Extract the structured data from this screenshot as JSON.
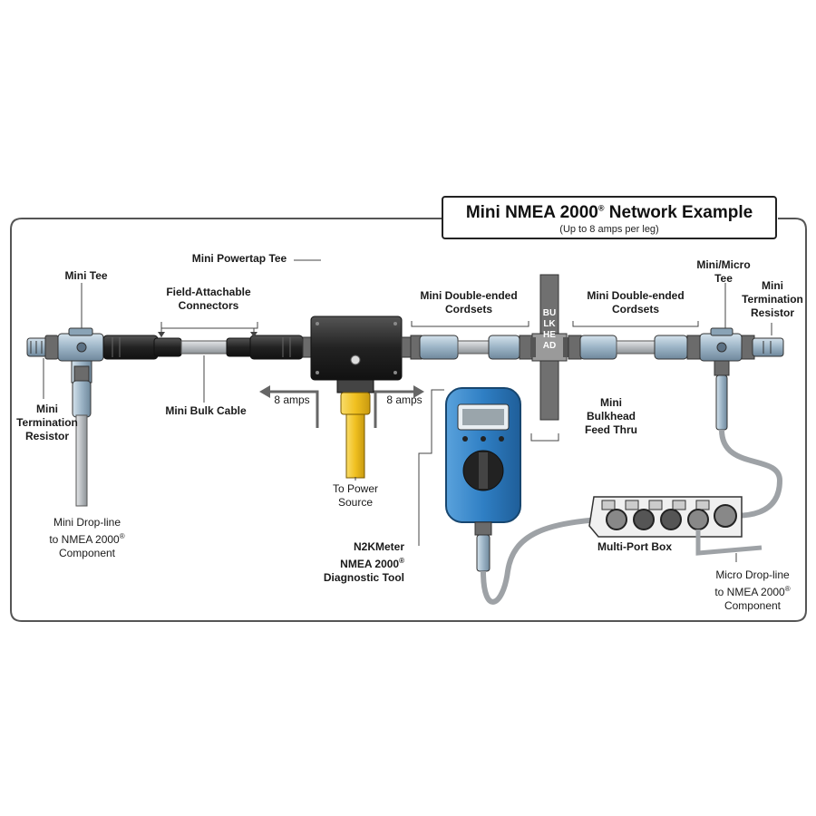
{
  "header": {
    "title": "Mini NMEA 2000",
    "title_mark": "®",
    "title_suffix": " Network Example",
    "subtitle": "(Up to 8 amps per leg)"
  },
  "labels": {
    "mini_tee": "Mini Tee",
    "field_attachable": "Field-Attachable\nConnectors",
    "mini_powertap_tee": "Mini Powertap Tee",
    "mini_double_ended_left": "Mini Double-ended\nCordsets",
    "mini_double_ended_right": "Mini Double-ended\nCordsets",
    "mini_micro_tee": "Mini/Micro\nTee",
    "mini_termination_right": "Mini\nTermination\nResistor",
    "mini_termination_left": "Mini\nTermination\nResistor",
    "mini_bulk_cable": "Mini Bulk Cable",
    "amps_left": "8 amps",
    "amps_right": "8 amps",
    "to_power_source": "To Power\nSource",
    "mini_bulkhead": "Mini\nBulkhead\nFeed Thru",
    "bulkhead_text": "BULKHEAD",
    "mini_drop_line": "Mini Drop-line\nto NMEA 2000",
    "mini_drop_line_suffix": "Component",
    "n2kmeter": "N2KMeter\nNMEA 2000",
    "n2kmeter_suffix": "Diagnostic Tool",
    "multi_port_box": "Multi-Port Box",
    "micro_drop_line": "Micro Drop-line\nto NMEA 2000",
    "micro_drop_line_suffix": "Component",
    "registered": "®"
  },
  "colors": {
    "outline": "#222222",
    "cable_grey": "#c4c6c8",
    "connector_blue": "#9fb7c9",
    "connector_dark": "#2b2b2b",
    "power_yellow": "#f0c020",
    "meter_blue": "#2f7fc4",
    "bulkhead_grey": "#6f6f6f"
  }
}
